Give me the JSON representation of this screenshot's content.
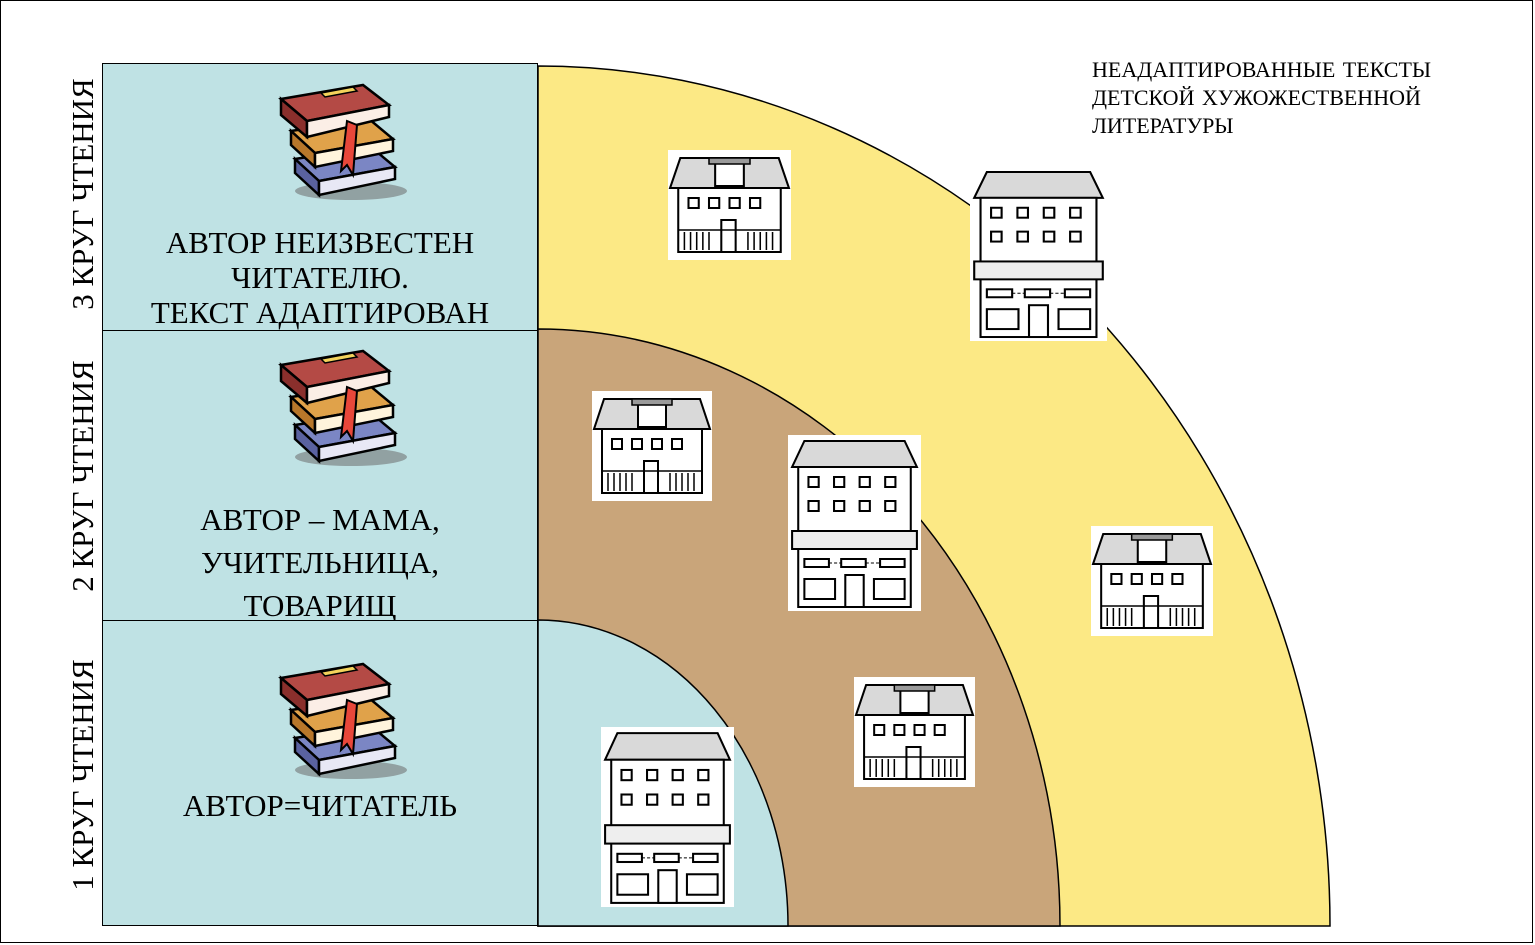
{
  "side_labels": {
    "circle_3": "3 КРУГ ЧТЕНИЯ",
    "circle_2": "2 КРУГ ЧТЕНИЯ",
    "circle_1": "1 КРУГ ЧТЕНИЯ"
  },
  "panels": {
    "circle_3": {
      "lines": [
        "АВТОР НЕИЗВЕСТЕН",
        "ЧИТАТЕЛЮ.",
        "ТЕКСТ АДАПТИРОВАН"
      ]
    },
    "circle_2": {
      "lines": [
        "АВТОР – МАМА,",
        "УЧИТЕЛЬНИЦА,",
        "ТОВАРИЩ"
      ]
    },
    "circle_1": {
      "lines": [
        "АВТОР=ЧИТАТЕЛЬ"
      ]
    }
  },
  "outer_label": {
    "lines": [
      "НЕАДАПТИРОВАННЫЕ ТЕКСТЫ",
      "ДЕТСКОЙ ХУЖОЖЕСТВЕННОЙ",
      "ЛИТЕРАТУРЫ"
    ]
  },
  "icons": {
    "books": "stack-of-books-icon",
    "house_small": "house-icon",
    "house_tall": "building-icon"
  },
  "colors": {
    "panel_fill": "#bfe2e4",
    "arc_inner": "#bfe2e4",
    "arc_middle": "#c9a57a",
    "arc_outer": "#fce985",
    "outline": "#000000"
  }
}
